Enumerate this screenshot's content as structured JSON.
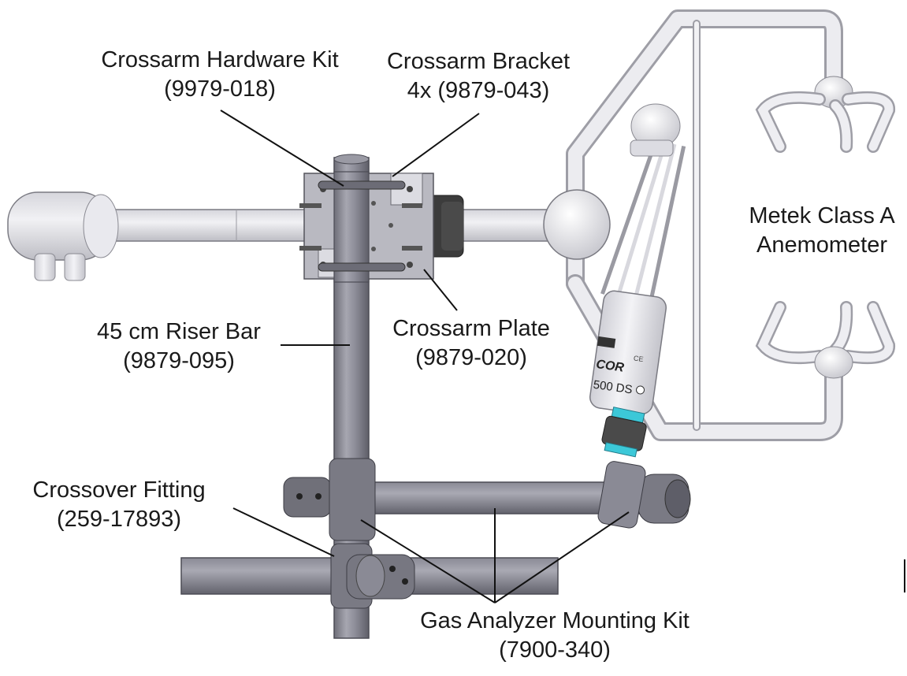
{
  "labels": {
    "hardware_kit": {
      "name": "Crossarm Hardware Kit",
      "part": "(9979-018)"
    },
    "bracket": {
      "name": "Crossarm Bracket",
      "part": "4x (9879-043)"
    },
    "riser_bar": {
      "name": "45 cm Riser Bar",
      "part": "(9879-095)"
    },
    "plate": {
      "name": "Crossarm Plate",
      "part": "(9879-020)"
    },
    "anemometer": {
      "name": "Metek Class A",
      "part": "Anemometer"
    },
    "crossover": {
      "name": "Crossover Fitting",
      "part": "(259-17893)"
    },
    "mounting_kit": {
      "name": "Gas Analyzer Mounting Kit",
      "part": "(7900-340)"
    }
  },
  "analyzer_markings": {
    "brand": "COR",
    "model": "500 DS",
    "ce_mark": "CE"
  },
  "colors": {
    "steel": "#8e8e99",
    "light_part": "#e4e4e8",
    "dark_part": "#3c3c3c",
    "accent_teal": "#3cc8d8",
    "leader_line": "#111111"
  }
}
